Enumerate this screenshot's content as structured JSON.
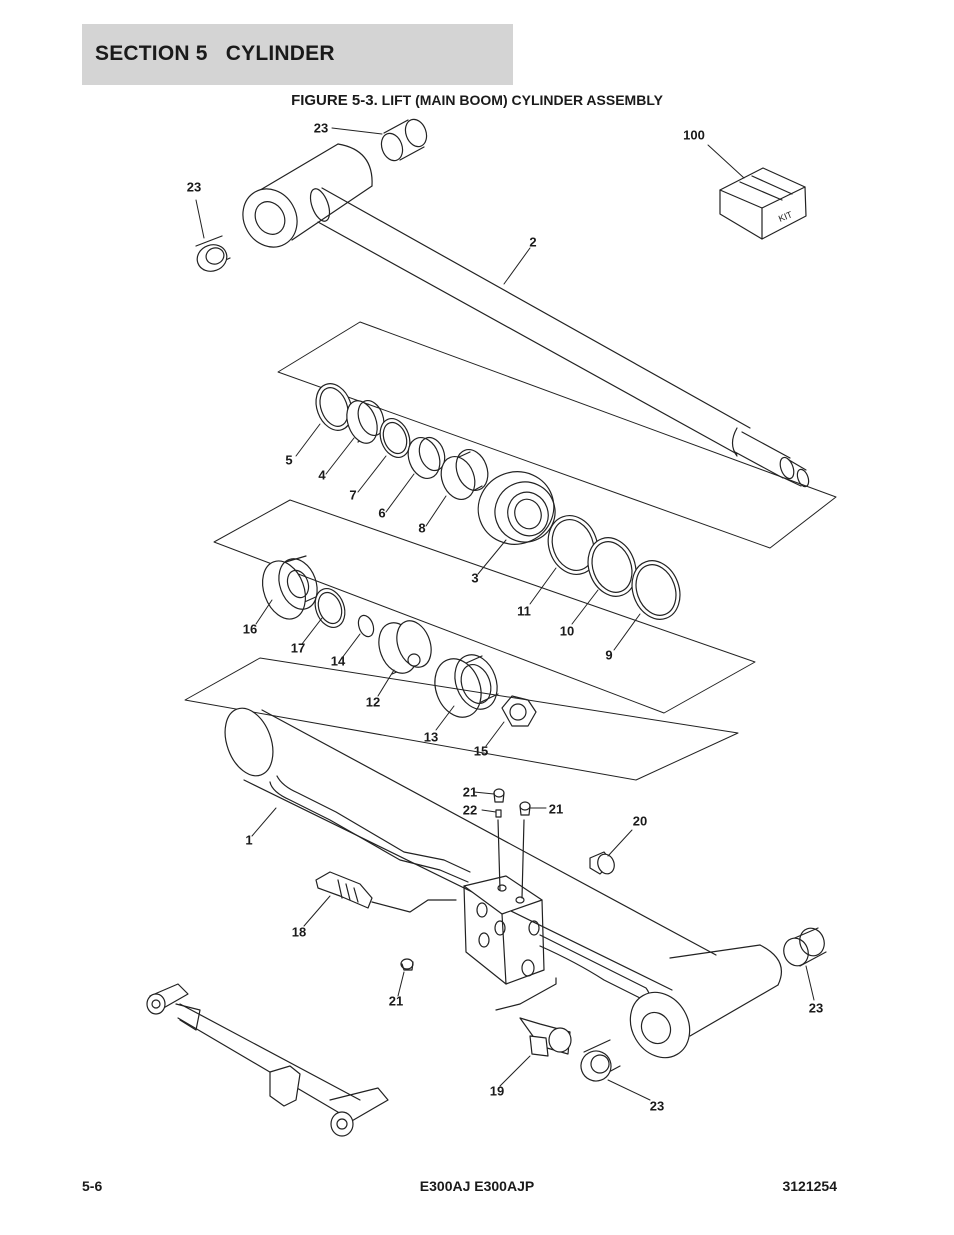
{
  "header": {
    "section": "SECTION 5   CYLINDER"
  },
  "figure": {
    "label": "FIGURE 5-3.",
    "title": "LIFT (MAIN BOOM) CYLINDER ASSEMBLY",
    "kit_text": "KIT"
  },
  "callouts": {
    "c23a": "23",
    "c23b": "23",
    "c100": "100",
    "c2": "2",
    "c5": "5",
    "c4": "4",
    "c7": "7",
    "c6": "6",
    "c8": "8",
    "c3": "3",
    "c11": "11",
    "c10": "10",
    "c9": "9",
    "c16": "16",
    "c17": "17",
    "c14": "14",
    "c12": "12",
    "c13": "13",
    "c15": "15",
    "c21a": "21",
    "c22": "22",
    "c21b": "21",
    "c20": "20",
    "c1": "1",
    "c18": "18",
    "c21c": "21",
    "c23c": "23",
    "c19": "19",
    "c23d": "23"
  },
  "footer": {
    "page": "5-6",
    "model": "E300AJ E300AJP",
    "doc_number": "3121254"
  }
}
